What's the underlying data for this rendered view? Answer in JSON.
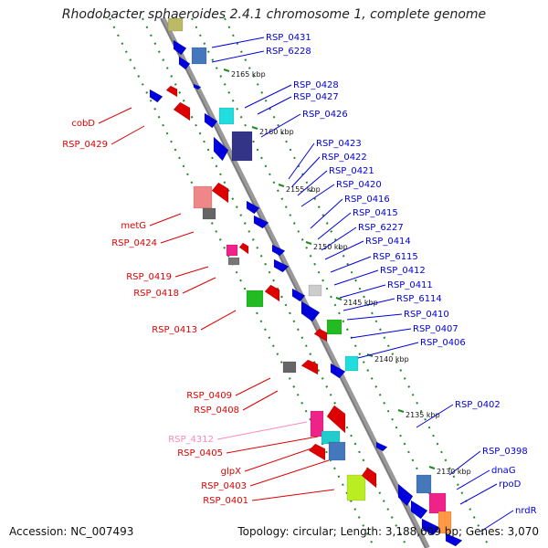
{
  "title": "Rhodobacter sphaeroides 2.4.1 chromosome 1, complete genome",
  "accession": "Accession: NC_007493",
  "topology": "Topology: circular; Length: 3,188,609 bp; Genes: 3,070",
  "colors": {
    "forward": "#0000dd",
    "reverse": "#dd0000",
    "pseudo": "#ff88bb",
    "axis": "#888888",
    "track": "#228822"
  },
  "kbp_ticks": [
    "2165 kbp",
    "2160 kbp",
    "2155 kbp",
    "2150 kbp",
    "2145 kbp",
    "2140 kbp",
    "2135 kbp",
    "2130 kbp"
  ],
  "labels_forward": [
    "RSP_0431",
    "RSP_6228",
    "RSP_0428",
    "RSP_0427",
    "RSP_0426",
    "RSP_0423",
    "RSP_0422",
    "RSP_0421",
    "RSP_0420",
    "RSP_0416",
    "RSP_0415",
    "RSP_6227",
    "RSP_0414",
    "RSP_6115",
    "RSP_0412",
    "RSP_0411",
    "RSP_6114",
    "RSP_0410",
    "RSP_0407",
    "RSP_0406",
    "RSP_0402",
    "RSP_0398",
    "dnaG",
    "rpoD",
    "nrdR"
  ],
  "labels_reverse": [
    "cobD",
    "RSP_0429",
    "metG",
    "RSP_0424",
    "RSP_0419",
    "RSP_0418",
    "RSP_0413",
    "RSP_0409",
    "RSP_0408",
    "RSP_4312",
    "RSP_0405",
    "glpX",
    "RSP_0403",
    "RSP_0401"
  ]
}
